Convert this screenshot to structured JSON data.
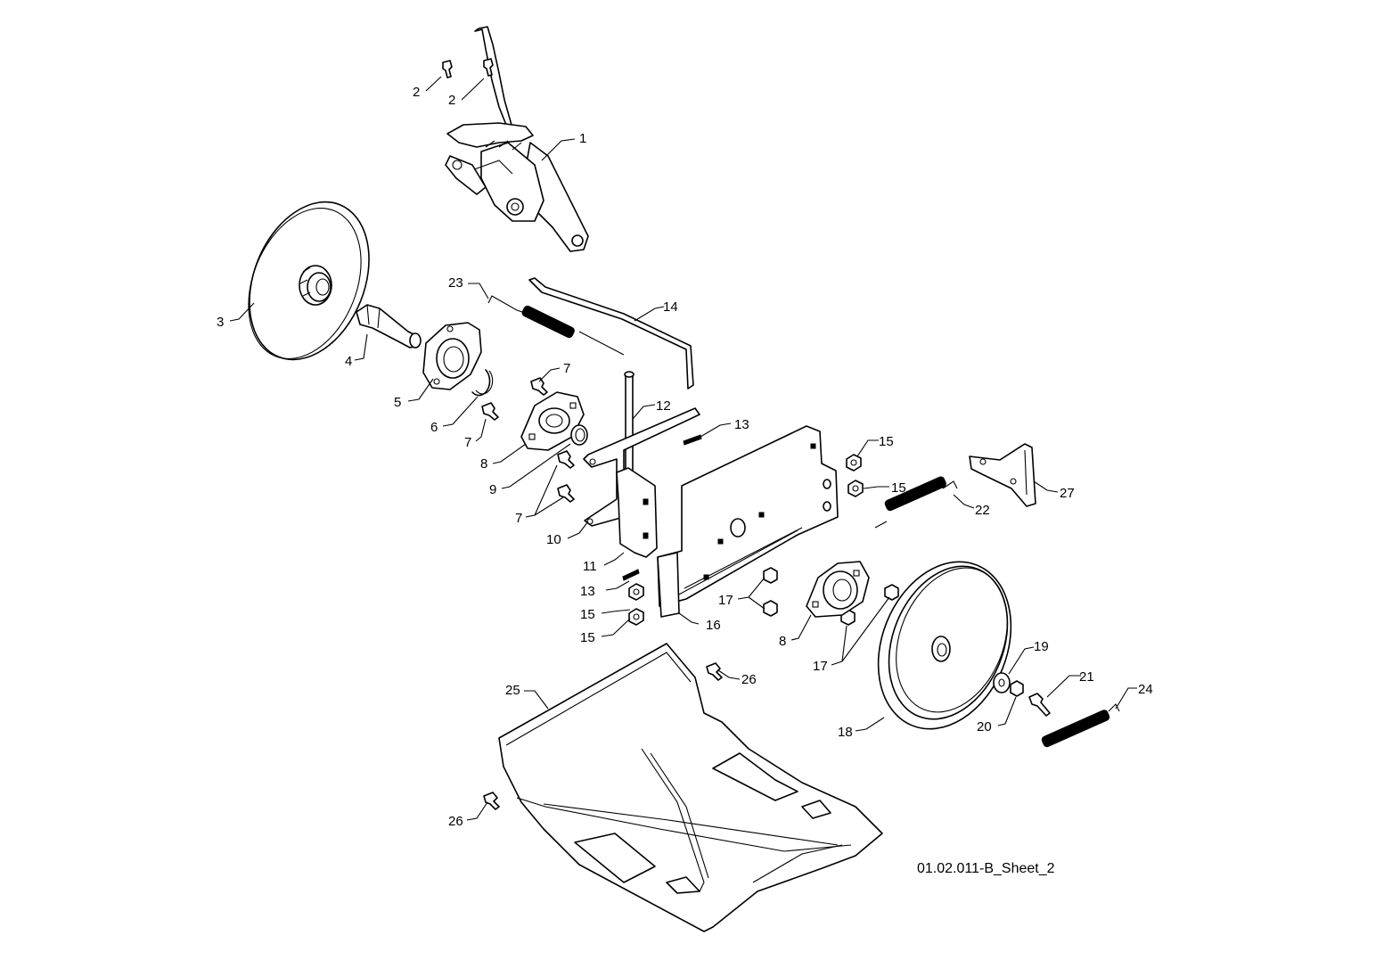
{
  "sheet_id": "01.02.011-B_Sheet_2",
  "callouts": {
    "c1": "1",
    "c2a": "2",
    "c2b": "2",
    "c3": "3",
    "c4": "4",
    "c5": "5",
    "c6": "6",
    "c7a": "7",
    "c7b": "7",
    "c7c": "7",
    "c8a": "8",
    "c8b": "8",
    "c9": "9",
    "c10": "10",
    "c11": "11",
    "c12": "12",
    "c13a": "13",
    "c13b": "13",
    "c14": "14",
    "c15a": "15",
    "c15b": "15",
    "c15c": "15",
    "c15d": "15",
    "c16": "16",
    "c17a": "17",
    "c17b": "17",
    "c18": "18",
    "c19": "19",
    "c20": "20",
    "c21": "21",
    "c22": "22",
    "c23": "23",
    "c24": "24",
    "c25": "25",
    "c26a": "26",
    "c26b": "26",
    "c27": "27"
  }
}
